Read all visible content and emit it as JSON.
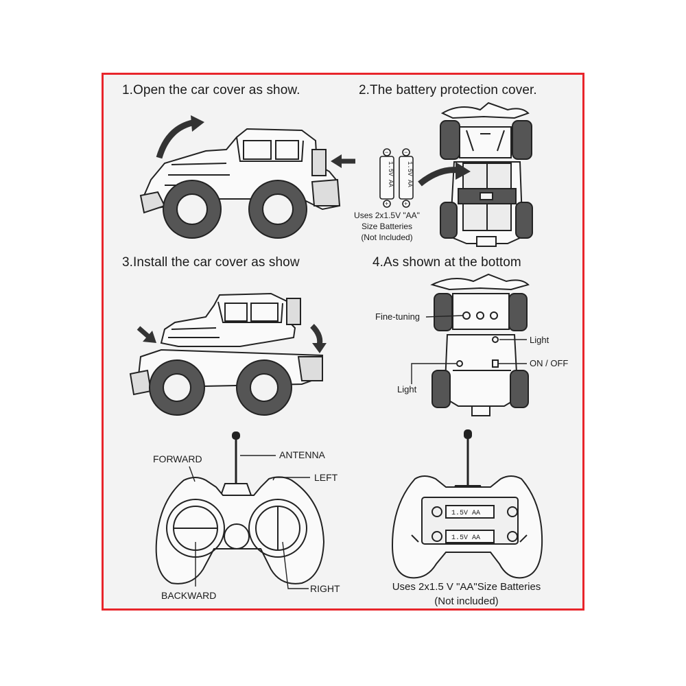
{
  "steps": {
    "s1": "1.Open the car cover as show.",
    "s2": "2.The battery protection cover.",
    "s3": "3.Install the car cover as show",
    "s4": "4.As shown at the bottom"
  },
  "car_battery": {
    "battery_label": "1.5V AA",
    "caption_line1": "Uses 2x1.5V \"AA\"",
    "caption_line2": "Size Batteries",
    "caption_line3": "(Not Included)",
    "plus": "+",
    "minus": "−"
  },
  "bottom_labels": {
    "fine_tuning": "Fine-tuning",
    "light_right": "Light",
    "on_off": "ON / OFF",
    "light_left": "Light"
  },
  "remote_labels": {
    "forward": "FORWARD",
    "antenna": "ANTENNA",
    "left": "LEFT",
    "backward": "BACKWARD",
    "right": "RIGHT"
  },
  "remote_battery": {
    "battery_label_1": "1.5V AA",
    "battery_label_2": "1.5V AA",
    "caption_line1": "Uses 2x1.5 V \"AA\"Size Batteries",
    "caption_line2": "(Not included)"
  },
  "colors": {
    "border": "#e8252b",
    "background": "#f3f3f3",
    "ink": "#1a1a1a"
  }
}
